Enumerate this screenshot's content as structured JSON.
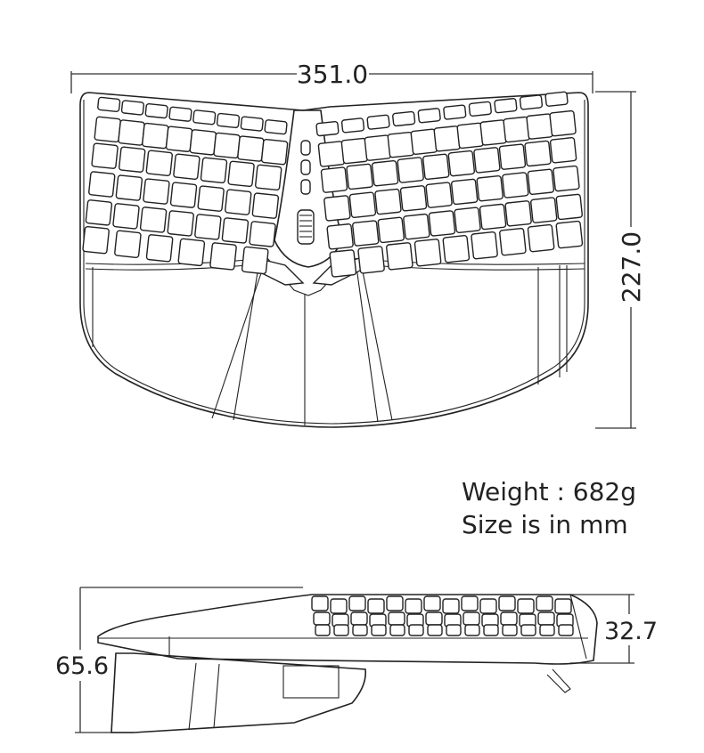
{
  "top_view": {
    "width_label": "351.0",
    "depth_label": "227.0"
  },
  "side_view": {
    "height_label": "32.7",
    "tilt_height_label": "65.6"
  },
  "specs": {
    "weight": "Weight : 682g",
    "units": "Size is in mm"
  }
}
